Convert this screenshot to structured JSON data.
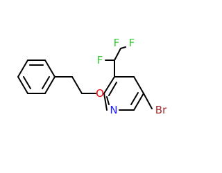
{
  "colors": {
    "bond": "#000000",
    "F": "#33cc33",
    "O": "#ff0000",
    "N": "#2020ff",
    "Br": "#a52a2a"
  },
  "atoms": {
    "F_top_left": "F",
    "F_top_right": "F",
    "F_left": "F",
    "O": "O",
    "N": "N",
    "Br": "Br"
  }
}
